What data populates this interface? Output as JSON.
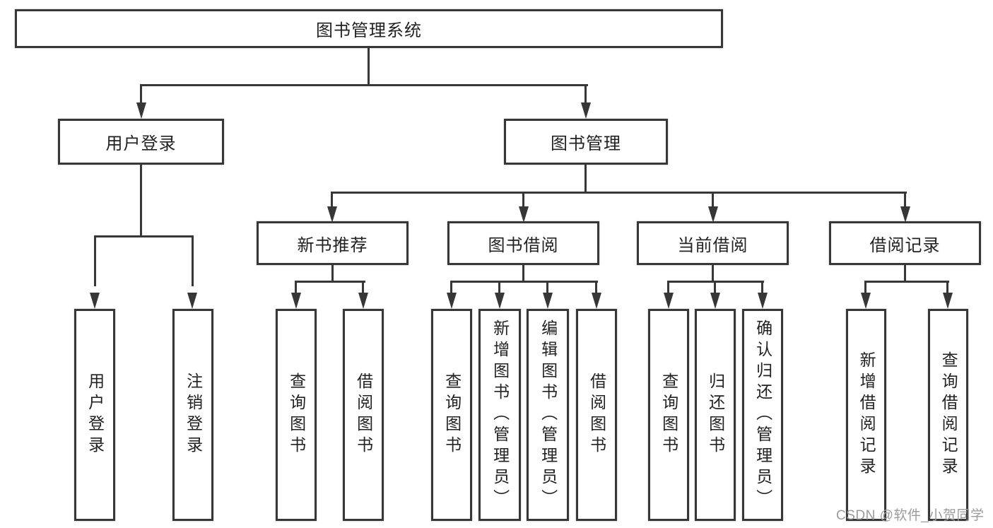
{
  "diagram": {
    "root": {
      "label": "图书管理系统"
    },
    "branches": [
      {
        "label": "用户登录",
        "children": [
          {
            "label": "用户登录"
          },
          {
            "label": "注销登录"
          }
        ]
      },
      {
        "label": "图书管理",
        "children": [
          {
            "label": "新书推荐",
            "children": [
              {
                "label": "查询图书"
              },
              {
                "label": "借阅图书"
              }
            ]
          },
          {
            "label": "图书借阅",
            "children": [
              {
                "label": "查询图书"
              },
              {
                "label": "新增图书（管理员）"
              },
              {
                "label": "编辑图书（管理员）"
              },
              {
                "label": "借阅图书"
              }
            ]
          },
          {
            "label": "当前借阅",
            "children": [
              {
                "label": "查询图书"
              },
              {
                "label": "归还图书"
              },
              {
                "label": "确认归还（管理员）"
              }
            ]
          },
          {
            "label": "借阅记录",
            "children": [
              {
                "label": "新增借阅记录"
              },
              {
                "label": "查询借阅记录"
              }
            ]
          }
        ]
      }
    ]
  },
  "watermark": {
    "text": "CSDN @软件_小贺同学"
  },
  "colors": {
    "line": "#373737",
    "text": "#222222",
    "watermark": "#9b9b9b",
    "background": "#ffffff"
  }
}
